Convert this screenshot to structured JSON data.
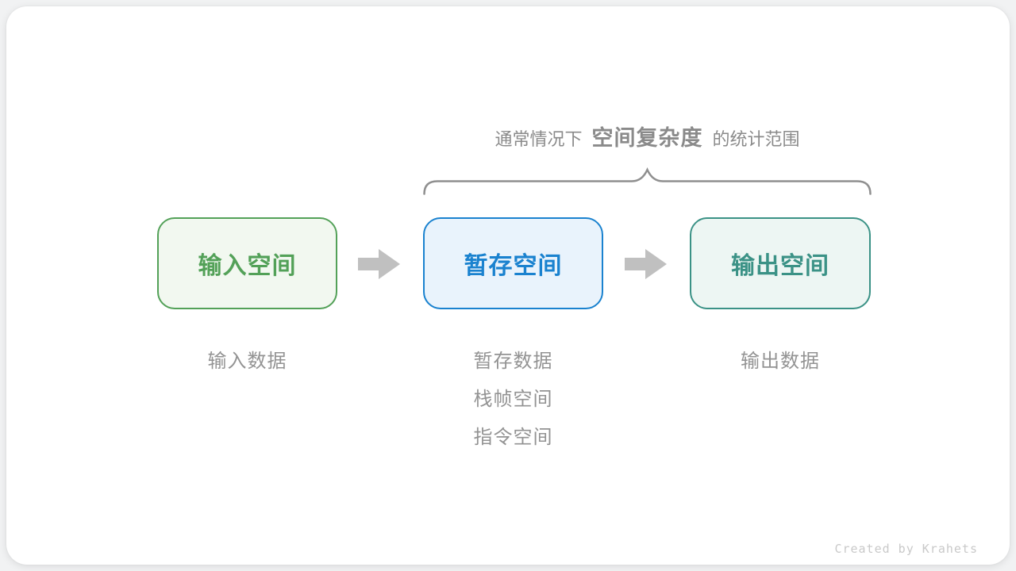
{
  "palette": {
    "title_gray": "#8a8a8a",
    "brace_gray": "#8f8f8f",
    "sublabel_gray": "#939393",
    "arrow_gray": "#c0c0c0",
    "credit_gray": "#c9c9c9",
    "card_bg": "#ffffff",
    "page_bg": "#f1f2f3"
  },
  "header": {
    "prefix": "通常情况下",
    "emphasis": "空间复杂度",
    "suffix": "的统计范围"
  },
  "nodes": [
    {
      "id": "input-space",
      "label": "输入空间",
      "border": "#53a158",
      "fill": "#f2f8f0",
      "text_color": "#53a158",
      "sub": [
        "输入数据"
      ]
    },
    {
      "id": "temp-space",
      "label": "暂存空间",
      "border": "#1a82cf",
      "fill": "#e9f3fc",
      "text_color": "#1a82cf",
      "sub": [
        "暂存数据",
        "栈帧空间",
        "指令空间"
      ]
    },
    {
      "id": "output-space",
      "label": "输出空间",
      "border": "#3b9286",
      "fill": "#edf6f3",
      "text_color": "#3b9286",
      "sub": [
        "输出数据"
      ]
    }
  ],
  "footer": {
    "credit": "Created by Krahets"
  }
}
